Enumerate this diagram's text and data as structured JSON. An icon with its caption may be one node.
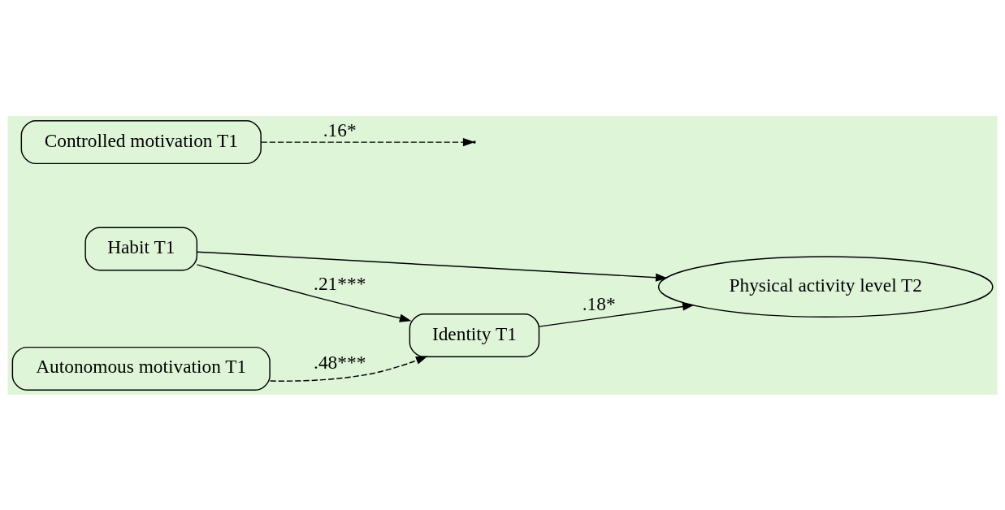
{
  "diagram": {
    "nodes": [
      {
        "text": [
          "Identity T1"
        ]
      },
      {
        "text": [
          "Habit T1"
        ]
      },
      {
        "text": [
          "Physical activity level T2"
        ]
      },
      {
        "text": [
          "Controlled motivation T1"
        ]
      },
      {
        "text": [
          "Autonomous motivation T1"
        ]
      }
    ],
    "edges": [
      {
        "from": 1,
        "to": 0,
        "arrow": "to",
        "label": ".21***"
      },
      {
        "from": 0,
        "to": 2,
        "arrow": "to",
        "label": ".18*"
      },
      {
        "from": 1,
        "to": 2,
        "arrow": "to"
      },
      {
        "from": 3,
        "to": null,
        "arrow": "to",
        "style": "dashed",
        "label": ".16*"
      },
      {
        "from": 4,
        "to": 0,
        "arrow": "to",
        "style": "dashed",
        "label": ".48***"
      }
    ]
  }
}
